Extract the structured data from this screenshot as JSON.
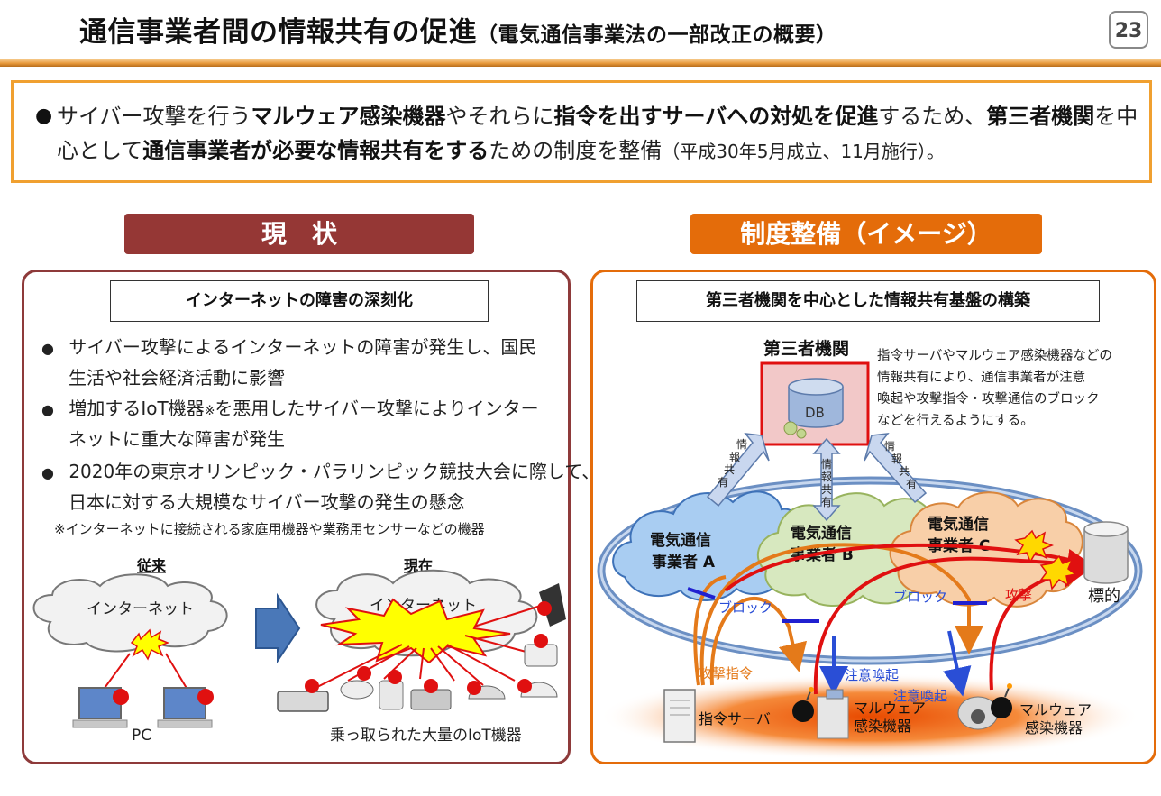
{
  "header": {
    "title_main": "通信事業者間の情報共有の促進",
    "title_sub": "（電気通信事業法の一部改正の概要）",
    "page_number": "23"
  },
  "summary": {
    "bullet": "●",
    "t1": "サイバー攻撃を行う",
    "b1": "マルウェア感染機器",
    "t2": "やそれらに",
    "b2": "指令を出すサーバへの対処を促進",
    "t3": "するため、",
    "b3": "第三者機関",
    "t4": "を中心として",
    "b4": "通信事業者が必要な情報共有をする",
    "t5": "ための制度を整備",
    "t6": "（平成30年5月成立、11月施行）。"
  },
  "left": {
    "header": "現　状",
    "box_label": "インターネットの障害の深刻化",
    "bullets": [
      {
        "dot": "●",
        "line1": "サイバー攻撃によるインターネットの障害が発生し、国民",
        "line2": "生活や社会経済活動に影響"
      },
      {
        "dot": "●",
        "line1a": "増加するIoT機器",
        "line1b": "※",
        "line1c": "を悪用したサイバー攻撃によりインター",
        "line2": "ネットに重大な障害が発生"
      },
      {
        "dot": "●",
        "line1": "2020年の東京オリンピック・パラリンピック競技大会に際して、",
        "line2": "日本に対する大規模なサイバー攻撃の発生の懸念"
      }
    ],
    "note": "※インターネットに接続される家庭用機器や業務用センサーなどの機器",
    "before_label": "従来",
    "after_label": "現在",
    "internet_label": "インターネット",
    "internet_label2": "インターネット",
    "pc_label": "PC",
    "iot_label": "乗っ取られた大量のIoT機器"
  },
  "right": {
    "header": "制度整備（イメージ）",
    "box_label": "第三者機関を中心とした情報共有基盤の構築",
    "third_party": "第三者機関",
    "db_label": "DB",
    "description": [
      "指令サーバやマルウェア感染機器などの",
      "情報共有により、通信事業者が注意",
      "喚起や攻撃指令・攻撃通信のブロック",
      "などを行えるようにする。"
    ],
    "info_share": [
      "情",
      "報",
      "共",
      "有"
    ],
    "carrier_a": [
      "電気通信",
      "事業者 A"
    ],
    "carrier_b": [
      "電気通信",
      "事業者 B"
    ],
    "carrier_c": [
      "電気通信",
      "事業者 C"
    ],
    "block_label": "ブロック",
    "block_label2": "ブロック",
    "attack_label": "攻撃",
    "target_label": "標的",
    "attack_command": "攻撃指令",
    "alert_label": "注意喚起",
    "alert_label2": "注意喚起",
    "command_server": "指令サーバ",
    "malware_device": [
      "マルウェア",
      "感染機器"
    ],
    "malware_device2": [
      "マルウェア",
      "感染機器"
    ]
  },
  "colors": {
    "left_accent": "#953735",
    "right_accent": "#e46c0a",
    "summary_border": "#f0a030",
    "block_line": "#2020d0",
    "attack_line": "#e01010",
    "command_line": "#e47a1a",
    "carrier_a_fill": "#a9cdf2",
    "carrier_b_fill": "#d7e8bf",
    "carrier_c_fill": "#f8cfa8"
  }
}
